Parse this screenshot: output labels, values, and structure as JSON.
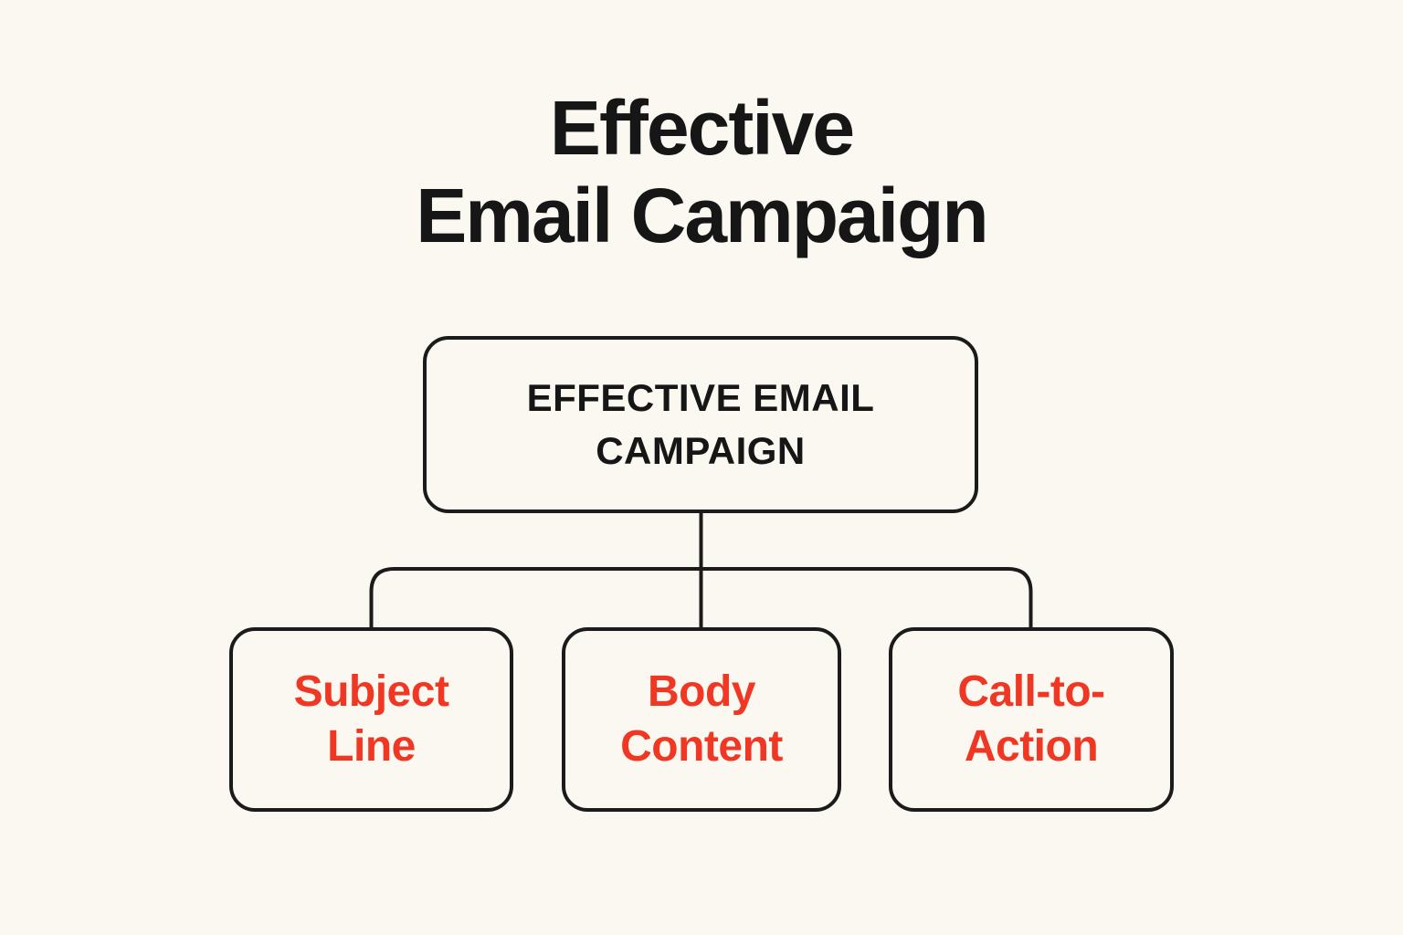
{
  "colors": {
    "background": "#FAF8F1",
    "ink": "#161616",
    "stroke": "#1B1B1B",
    "accent": "#F03723"
  },
  "title": {
    "text": "Effective Email Campaign",
    "line1": "Effective",
    "line2": "Email Campaign"
  },
  "diagram": {
    "type": "flowchart",
    "root": {
      "label": "EFFECTIVE EMAIL CAMPAIGN",
      "line1": "EFFECTIVE EMAIL",
      "line2": "CAMPAIGN"
    },
    "children": [
      {
        "label": "Subject Line",
        "line1": "Subject",
        "line2": "Line"
      },
      {
        "label": "Body Content",
        "line1": "Body",
        "line2": "Content"
      },
      {
        "label": "Call-to-Action",
        "line1": "Call-to-",
        "line2": "Action"
      }
    ]
  }
}
